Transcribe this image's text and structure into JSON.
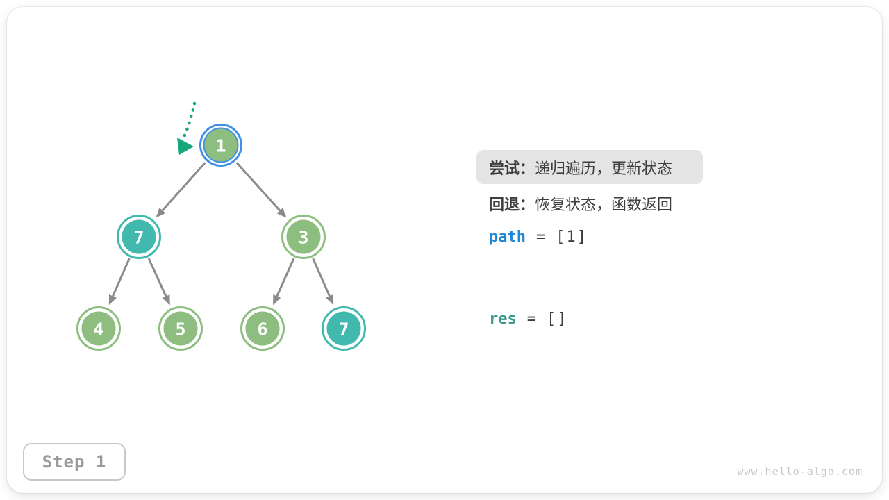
{
  "colors": {
    "node_green": "#8DBE80",
    "node_teal": "#41B9AE",
    "highlight_blue": "#4290E3",
    "edge_gray": "#8A8A8A",
    "pointer_teal": "#18A77C",
    "text_dark": "#3E3E3E",
    "tip_box_bg": "#E4E4E4",
    "code_blue": "#1E87D6",
    "code_teal": "#3A998C",
    "step_text": "#9B9B9B",
    "step_border": "#C8C8C8",
    "watermark": "#C9C9C9",
    "node_text": "#FFFFFF"
  },
  "tree": {
    "nodes": [
      {
        "id": "root",
        "value": "1",
        "kind": "green",
        "highlighted": true
      },
      {
        "id": "L",
        "value": "7",
        "kind": "teal",
        "highlighted": false
      },
      {
        "id": "R",
        "value": "3",
        "kind": "green",
        "highlighted": false
      },
      {
        "id": "LL",
        "value": "4",
        "kind": "green",
        "highlighted": false
      },
      {
        "id": "LR",
        "value": "5",
        "kind": "green",
        "highlighted": false
      },
      {
        "id": "RL",
        "value": "6",
        "kind": "green",
        "highlighted": false
      },
      {
        "id": "RR",
        "value": "7",
        "kind": "teal",
        "highlighted": false
      }
    ],
    "edges": [
      [
        "root",
        "L"
      ],
      [
        "root",
        "R"
      ],
      [
        "L",
        "LL"
      ],
      [
        "L",
        "LR"
      ],
      [
        "R",
        "RL"
      ],
      [
        "R",
        "RR"
      ]
    ]
  },
  "panel": {
    "try_label": "尝试：",
    "try_text": "递归遍历，更新状态",
    "back_label": "回退：",
    "back_text": "恢复状态，函数返回",
    "path_name": "path",
    "path_eq": "=",
    "path_value": "[1]",
    "res_name": "res",
    "res_eq": "=",
    "res_value": "[]"
  },
  "step_label": "Step 1",
  "watermark": "www.hello-algo.com"
}
